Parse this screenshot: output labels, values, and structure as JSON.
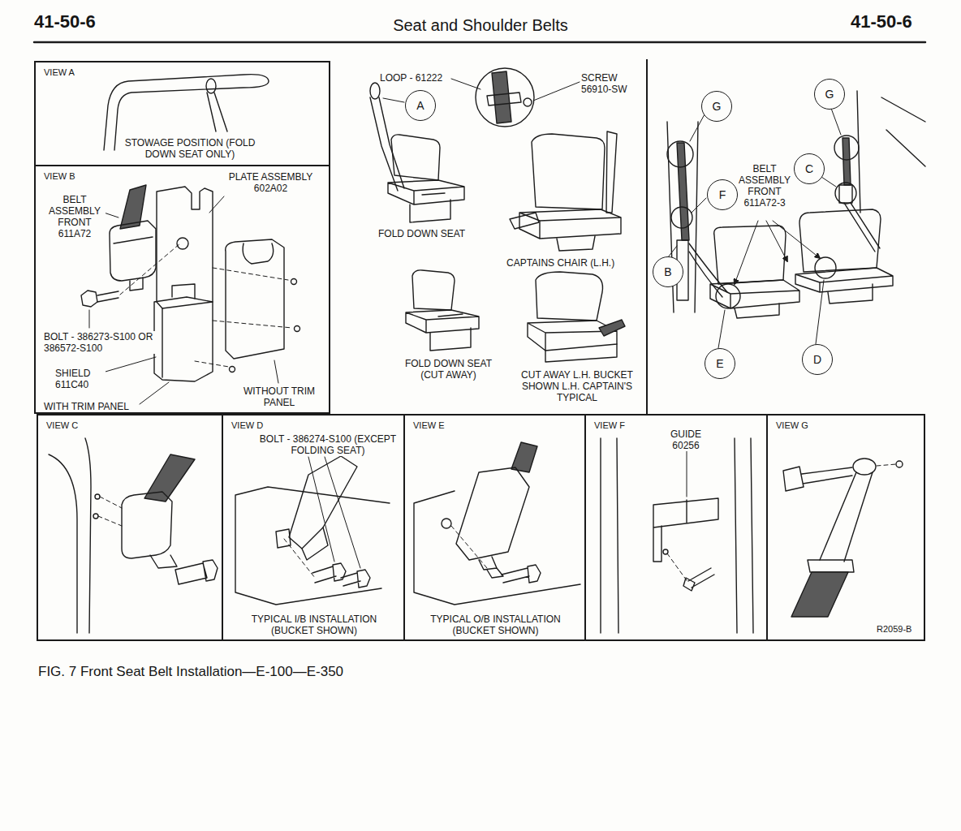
{
  "diagram": {
    "title": "Seat and Shoulder Belts",
    "caption": "FIG. 7 Front Seat Belt Installation—E-100—E-350",
    "nodes": [
      {
        "text": [
          "VIEW A",
          "STOWAGE POSITION (FOLD DOWN SEAT ONLY)"
        ]
      },
      {
        "text": [
          "VIEW B",
          "BELT ASSEMBLY FRONT 611A72",
          "PLATE ASSEMBLY 602A02",
          "BOLT - 386273-S100 OR 386572-S100",
          "SHIELD 611C40",
          "WITH TRIM PANEL",
          "WITHOUT TRIM PANEL"
        ]
      },
      {
        "text": [
          "A"
        ]
      },
      {
        "text": [
          "BELT ASSEMBLY FRONT 611A72-3"
        ]
      },
      {
        "text": [
          "G"
        ],
        "in": 3
      },
      {
        "text": [
          "G"
        ],
        "in": 3
      },
      {
        "text": [
          "C"
        ],
        "in": 3
      },
      {
        "text": [
          "F"
        ],
        "in": 3
      },
      {
        "text": [
          "B"
        ],
        "in": 3
      },
      {
        "text": [
          "E"
        ],
        "in": 3
      },
      {
        "text": [
          "D"
        ],
        "in": 3
      },
      {
        "text": [
          "VIEW C"
        ]
      },
      {
        "text": [
          "VIEW D",
          "BOLT - 386274-S100 (EXCEPT FOLDING SEAT)",
          "TYPICAL I/B INSTALLATION (BUCKET SHOWN)"
        ]
      },
      {
        "text": [
          "VIEW E",
          "TYPICAL O/B INSTALLATION (BUCKET SHOWN)"
        ]
      },
      {
        "text": [
          "VIEW F",
          "GUIDE 60256"
        ]
      },
      {
        "text": [
          "VIEW G",
          "R2059-B"
        ]
      }
    ],
    "labels": [
      "41-50-6",
      "41-50-6",
      "LOOP - 61222",
      "SCREW 56910-SW",
      "FOLD DOWN SEAT",
      "CAPTAINS CHAIR (L.H.)",
      "FOLD DOWN SEAT (CUT AWAY)",
      "CUT AWAY L.H. BUCKET SHOWN L.H. CAPTAIN'S TYPICAL"
    ]
  }
}
